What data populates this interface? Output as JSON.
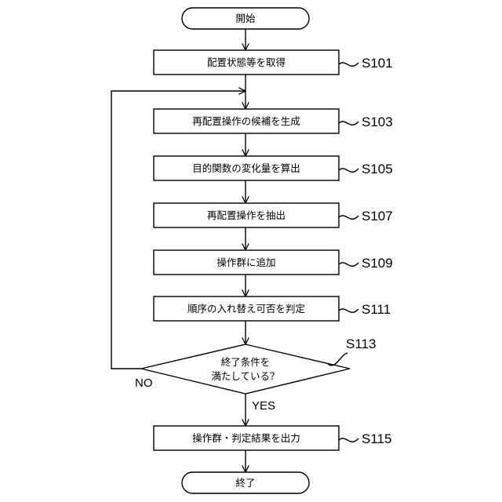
{
  "flowchart": {
    "start": "開始",
    "end": "終了",
    "steps": [
      {
        "text": "配置状態等を取得",
        "id": "S101"
      },
      {
        "text": "再配置操作の候補を生成",
        "id": "S103"
      },
      {
        "text": "目的関数の変化量を算出",
        "id": "S105"
      },
      {
        "text": "再配置操作を抽出",
        "id": "S107"
      },
      {
        "text": "操作群に追加",
        "id": "S109"
      },
      {
        "text": "順序の入れ替え可否を判定",
        "id": "S111"
      }
    ],
    "decision": {
      "line1": "終了条件を",
      "line2": "満たしている？",
      "id": "S113",
      "yes_label": "YES",
      "no_label": "NO"
    },
    "output_step": {
      "text": "操作群・判定結果を出力",
      "id": "S115"
    }
  }
}
